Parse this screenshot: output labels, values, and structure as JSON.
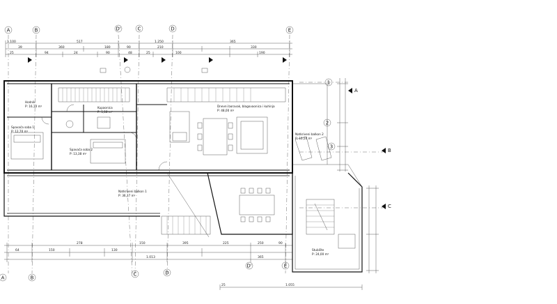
{
  "grid_top": [
    {
      "label": "A"
    },
    {
      "label": "B"
    },
    {
      "label": "D'"
    },
    {
      "label": "C"
    },
    {
      "label": "D"
    },
    {
      "label": "E"
    }
  ],
  "grid_bottom": [
    {
      "label": "A"
    },
    {
      "label": "B"
    },
    {
      "label": "C"
    },
    {
      "label": "D"
    },
    {
      "label": "D'"
    },
    {
      "label": "E"
    }
  ],
  "grid_right": [
    {
      "label": "1"
    },
    {
      "label": "2"
    },
    {
      "label": "3"
    }
  ],
  "section_marks": [
    {
      "label": "A"
    },
    {
      "label": "B"
    },
    {
      "label": "C"
    }
  ],
  "dims_top": {
    "row1": [
      "1.100",
      "517",
      "1.250",
      "365"
    ],
    "row2": [
      "39",
      "360",
      "180",
      "90",
      "210",
      "330"
    ],
    "row3": [
      "25",
      "94",
      "24",
      "90",
      "48",
      "25",
      "100",
      "190"
    ]
  },
  "dims_bottom": {
    "row1": [
      "278",
      "150",
      "395",
      "225",
      "250",
      "90"
    ],
    "row2": [
      "64",
      "150",
      "130",
      "1.013",
      "365"
    ],
    "row3": [
      "25",
      "1.055"
    ]
  },
  "rooms": [
    {
      "name": "Hodnik",
      "area": "P: 16,10 m²"
    },
    {
      "name": "Spavaća soba 1",
      "area": "P: 12,70 m²"
    },
    {
      "name": "Spavaća soba 2",
      "area": "P: 13,38 m²"
    },
    {
      "name": "Kupaonica",
      "area": "P: 5,18 m²"
    },
    {
      "name": "Dnevni boravak, blagovaonica i kuhinja",
      "area": "P: 48,00 m²"
    },
    {
      "name": "Natkriveni balkon 2",
      "area": "P: 10,50 m²"
    },
    {
      "name": "Natkriveni balkon 1",
      "area": "P: 36,37 m²"
    },
    {
      "name": "Stubište",
      "area": "P: 24,00 m²"
    }
  ]
}
